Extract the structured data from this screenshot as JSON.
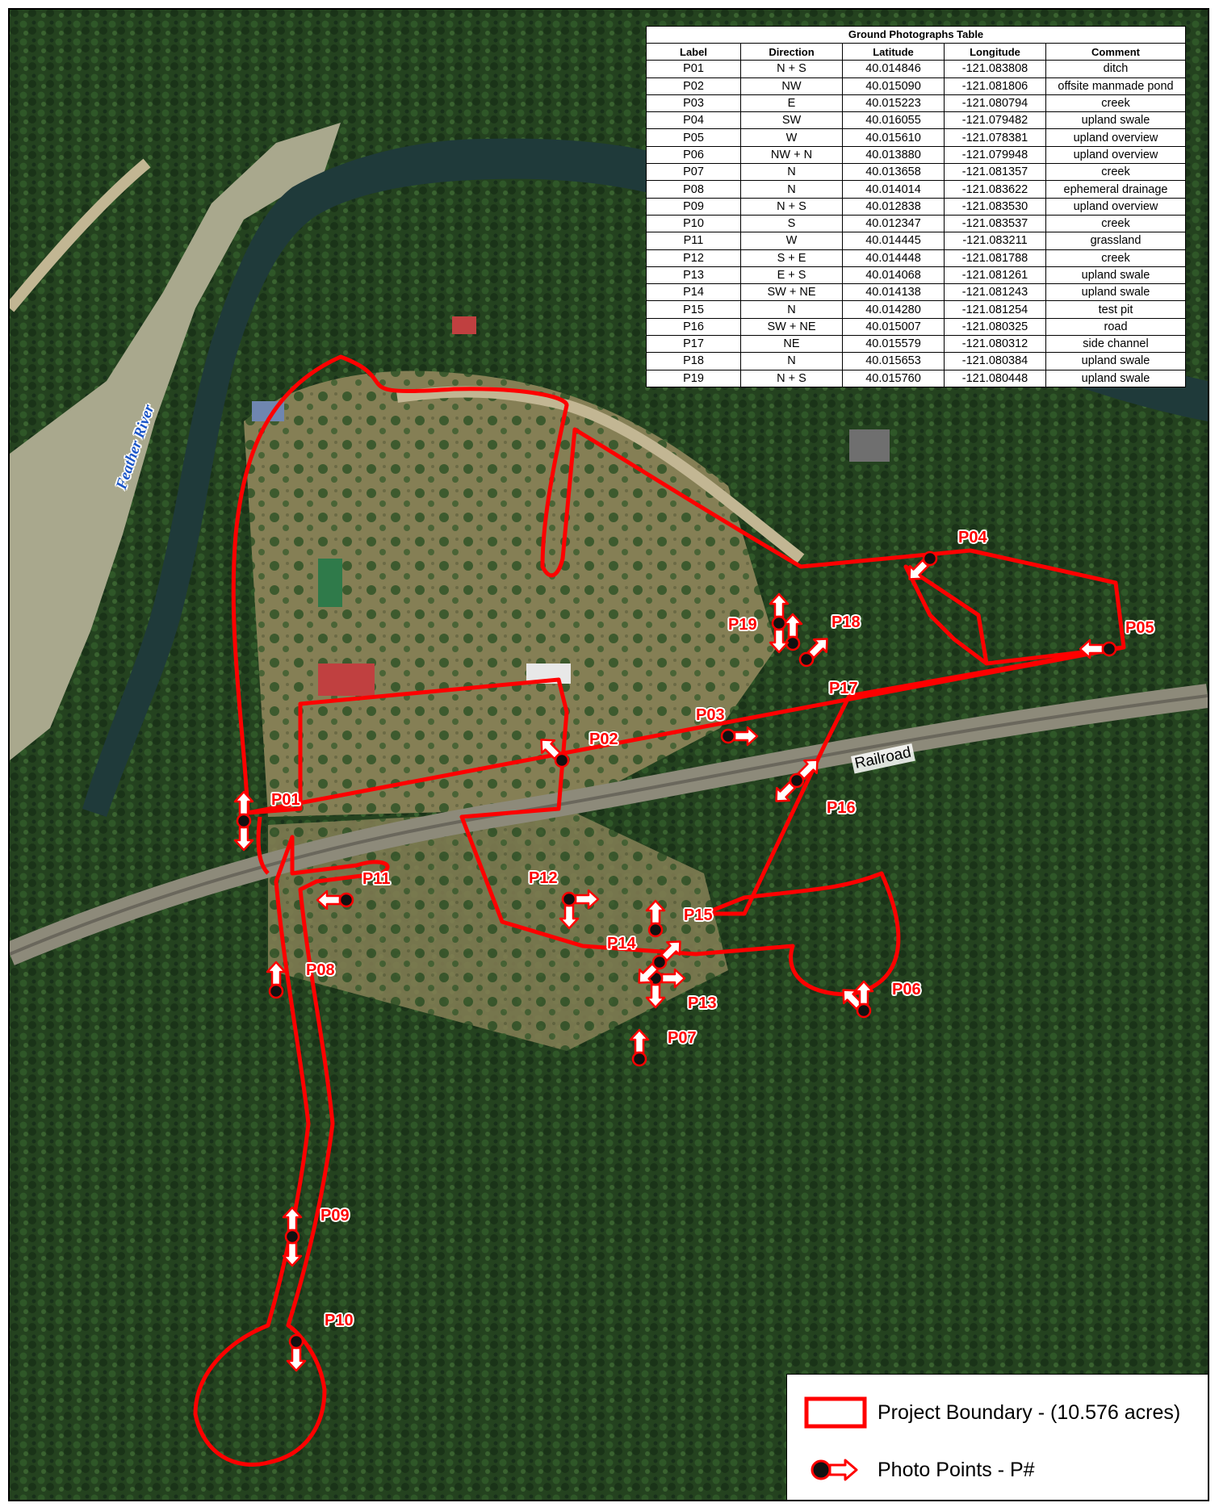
{
  "table": {
    "title": "Ground Photographs Table",
    "headers": [
      "Label",
      "Direction",
      "Latitude",
      "Longitude",
      "Comment"
    ],
    "rows": [
      [
        "P01",
        "N + S",
        "40.014846",
        "-121.083808",
        "ditch"
      ],
      [
        "P02",
        "NW",
        "40.015090",
        "-121.081806",
        "offsite manmade pond"
      ],
      [
        "P03",
        "E",
        "40.015223",
        "-121.080794",
        "creek"
      ],
      [
        "P04",
        "SW",
        "40.016055",
        "-121.079482",
        "upland swale"
      ],
      [
        "P05",
        "W",
        "40.015610",
        "-121.078381",
        "upland overview"
      ],
      [
        "P06",
        "NW + N",
        "40.013880",
        "-121.079948",
        "upland overview"
      ],
      [
        "P07",
        "N",
        "40.013658",
        "-121.081357",
        "creek"
      ],
      [
        "P08",
        "N",
        "40.014014",
        "-121.083622",
        "ephemeral drainage"
      ],
      [
        "P09",
        "N + S",
        "40.012838",
        "-121.083530",
        "upland overview"
      ],
      [
        "P10",
        "S",
        "40.012347",
        "-121.083537",
        "creek"
      ],
      [
        "P11",
        "W",
        "40.014445",
        "-121.083211",
        "grassland"
      ],
      [
        "P12",
        "S + E",
        "40.014448",
        "-121.081788",
        "creek"
      ],
      [
        "P13",
        "E + S",
        "40.014068",
        "-121.081261",
        "upland swale"
      ],
      [
        "P14",
        "SW + NE",
        "40.014138",
        "-121.081243",
        "upland swale"
      ],
      [
        "P15",
        "N",
        "40.014280",
        "-121.081254",
        "test pit"
      ],
      [
        "P16",
        "SW + NE",
        "40.015007",
        "-121.080325",
        "road"
      ],
      [
        "P17",
        "NE",
        "40.015579",
        "-121.080312",
        "side channel"
      ],
      [
        "P18",
        "N",
        "40.015653",
        "-121.080384",
        "upland swale"
      ],
      [
        "P19",
        "N + S",
        "40.015760",
        "-121.080448",
        "upland swale"
      ]
    ]
  },
  "map_labels": {
    "river": "Feather River",
    "railroad": "Railroad"
  },
  "legend": {
    "boundary": "Project Boundary - (10.576 acres)",
    "photo_points": "Photo Points - P#"
  },
  "colors": {
    "boundary": "#ff0000",
    "forest": "#1f3d1f",
    "clearing": "#8a8a5c",
    "river": "#1e3a3a"
  }
}
